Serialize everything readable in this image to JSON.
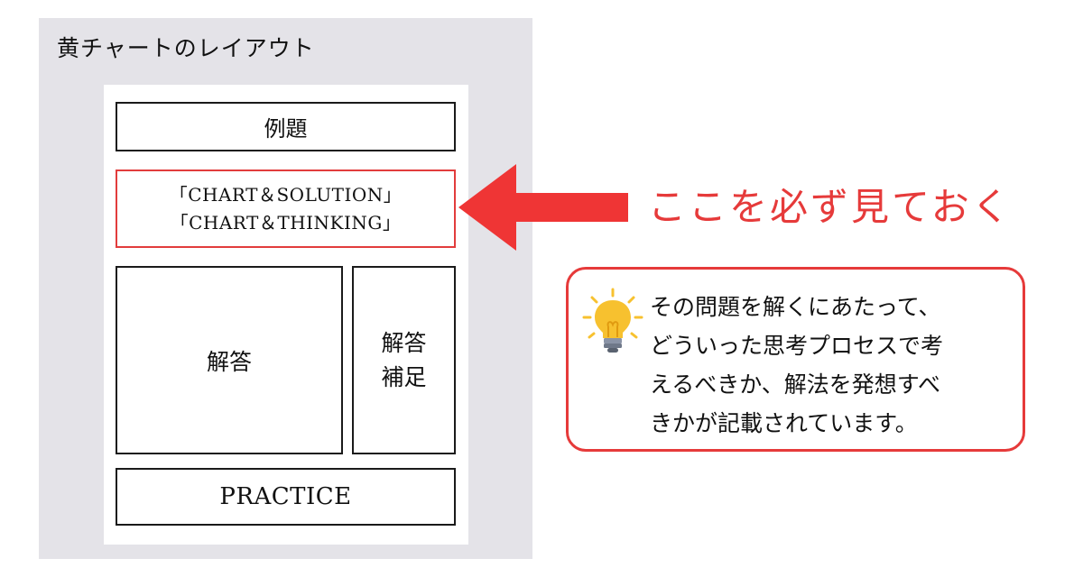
{
  "layout_panel": {
    "title": "黄チャートのレイアウト",
    "sections": {
      "example": "例題",
      "chart_line1": "「CHART＆SOLUTION」",
      "chart_line2": "「CHART＆THINKING」",
      "answer": "解答",
      "supplement_line1": "解答",
      "supplement_line2": "補足",
      "practice": "PRACTICE"
    }
  },
  "callout": {
    "heading": "ここを必ず見ておく",
    "icon": "lightbulb-icon",
    "lines": [
      "その問題を解くにあたって、",
      "どういった思考プロセスで考",
      "えるべきか、解法を発想すべ",
      "きかが記載されています。"
    ]
  },
  "colors": {
    "accent_red": "#e63a3a",
    "panel_gray": "#e4e3e8",
    "bulb_yellow": "#f7c12f"
  }
}
